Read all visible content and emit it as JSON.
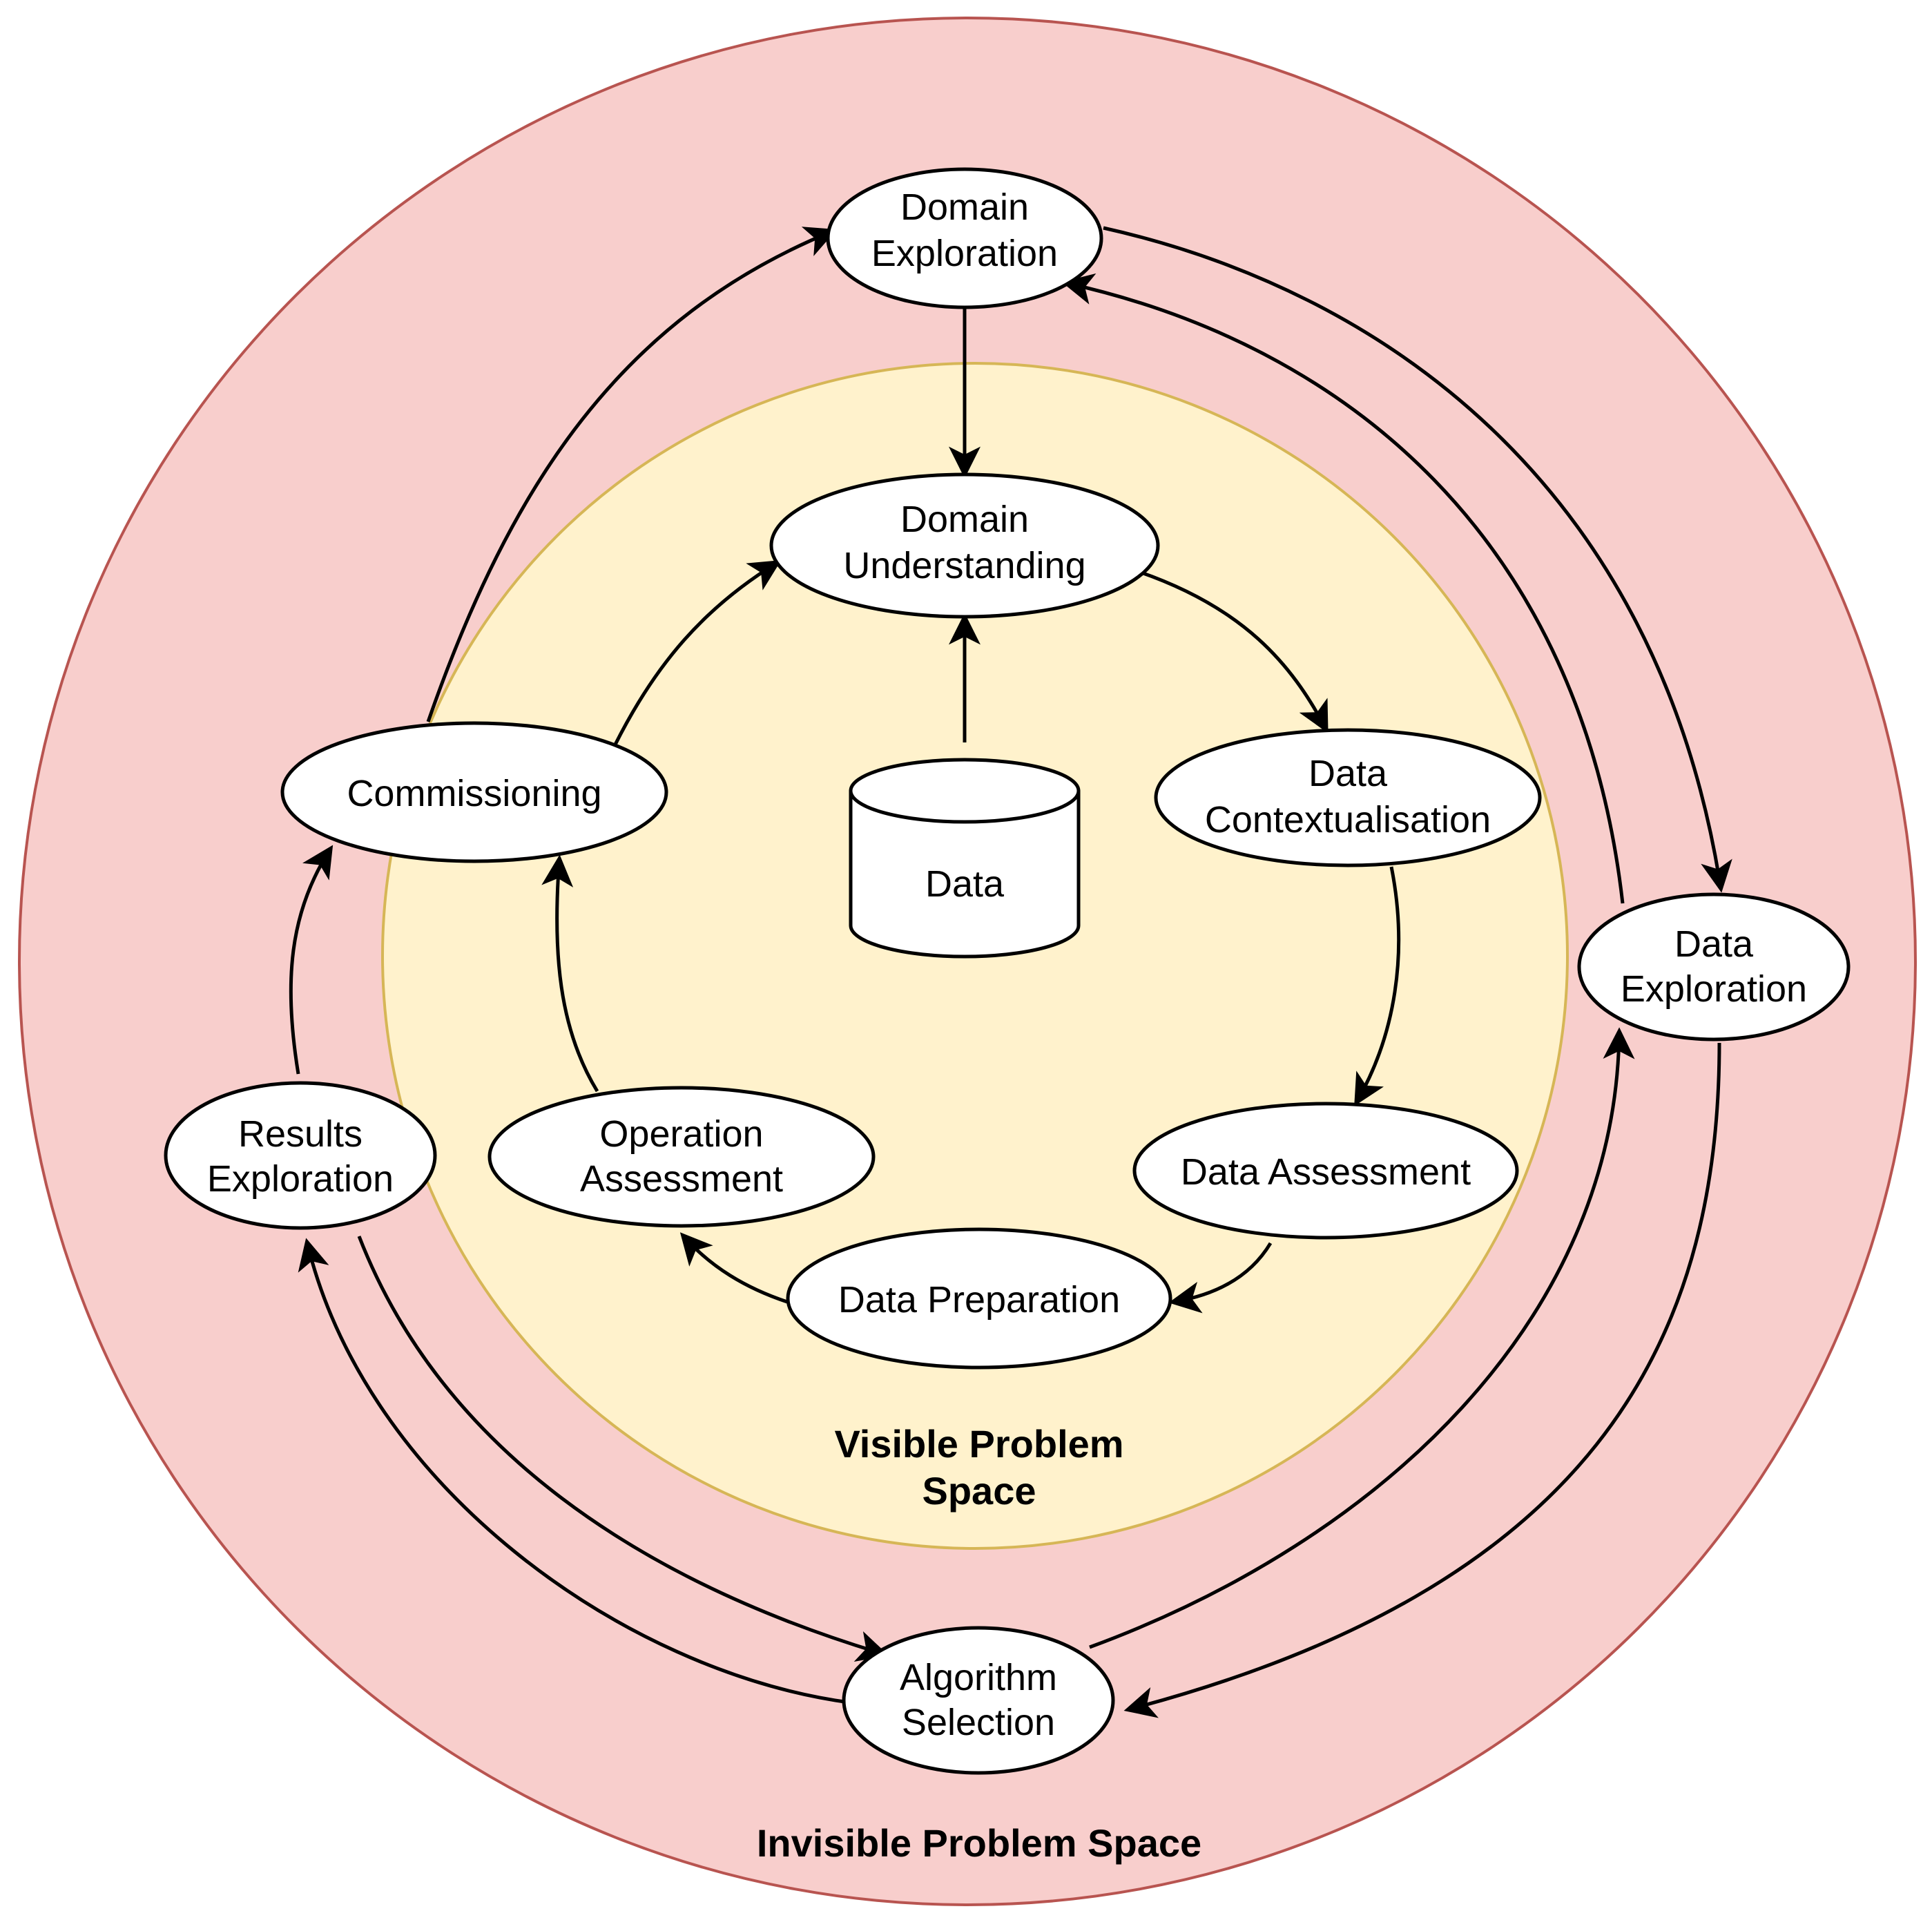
{
  "zones": {
    "outer": {
      "label": "Invisible Problem Space",
      "fill": "#f8cecc",
      "stroke": "#b85450"
    },
    "inner": {
      "label_line1": "Visible Problem",
      "label_line2": "Space",
      "fill": "#fff2cc",
      "stroke": "#d6b656"
    }
  },
  "nodes": {
    "domain_exploration": {
      "line1": "Domain",
      "line2": "Exploration"
    },
    "domain_understanding": {
      "line1": "Domain",
      "line2": "Understanding"
    },
    "data_contextualisation": {
      "line1": "Data",
      "line2": "Contextualisation"
    },
    "data_exploration": {
      "line1": "Data",
      "line2": "Exploration"
    },
    "data_assessment": {
      "line1": "Data Assessment"
    },
    "data_preparation": {
      "line1": "Data Preparation"
    },
    "operation_assessment": {
      "line1": "Operation",
      "line2": "Assessment"
    },
    "commissioning": {
      "line1": "Commissioning"
    },
    "results_exploration": {
      "line1": "Results",
      "line2": "Exploration"
    },
    "algorithm_selection": {
      "line1": "Algorithm",
      "line2": "Selection"
    },
    "data_store": {
      "line1": "Data"
    }
  },
  "edges": [
    {
      "from": "Domain Exploration",
      "to": "Domain Understanding"
    },
    {
      "from": "Data",
      "to": "Domain Understanding"
    },
    {
      "from": "Domain Understanding",
      "to": "Data Contextualisation"
    },
    {
      "from": "Data Contextualisation",
      "to": "Data Assessment"
    },
    {
      "from": "Data Assessment",
      "to": "Data Preparation"
    },
    {
      "from": "Data Preparation",
      "to": "Operation Assessment"
    },
    {
      "from": "Operation Assessment",
      "to": "Commissioning"
    },
    {
      "from": "Commissioning",
      "to": "Domain Understanding"
    },
    {
      "from": "Commissioning",
      "to": "Domain Exploration"
    },
    {
      "from": "Domain Exploration",
      "to": "Data Exploration"
    },
    {
      "from": "Data Exploration",
      "to": "Domain Exploration"
    },
    {
      "from": "Data Exploration",
      "to": "Algorithm Selection"
    },
    {
      "from": "Algorithm Selection",
      "to": "Data Exploration"
    },
    {
      "from": "Algorithm Selection",
      "to": "Results Exploration"
    },
    {
      "from": "Results Exploration",
      "to": "Algorithm Selection"
    },
    {
      "from": "Results Exploration",
      "to": "Commissioning"
    }
  ]
}
